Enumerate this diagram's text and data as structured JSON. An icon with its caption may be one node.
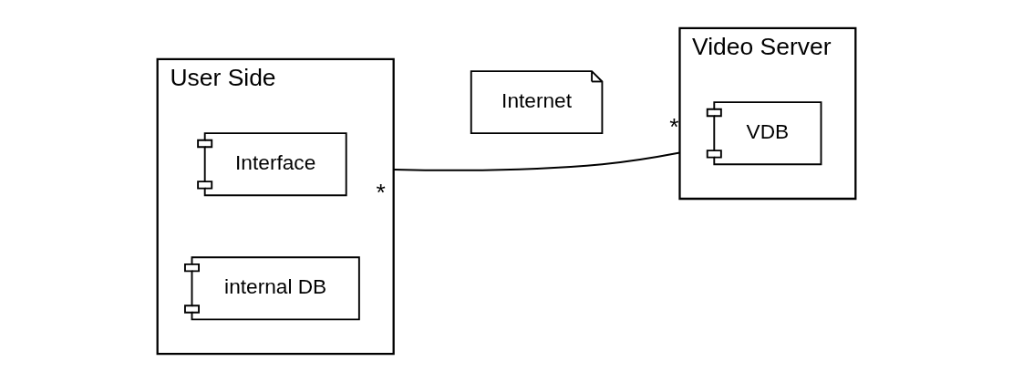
{
  "diagram": {
    "nodes": [
      {
        "text": [
          "User Side"
        ]
      },
      {
        "text": [
          "Interface"
        ],
        "in": 0
      },
      {
        "text": [
          "internal DB"
        ],
        "in": 0
      },
      {
        "text": [
          "Internet"
        ]
      },
      {
        "text": [
          "Video Server"
        ]
      },
      {
        "text": [
          "VDB"
        ],
        "in": 4
      }
    ],
    "edges": [
      {
        "from": 0,
        "to": 4,
        "arrow": "none"
      }
    ],
    "labels": [
      "*",
      "*"
    ]
  }
}
